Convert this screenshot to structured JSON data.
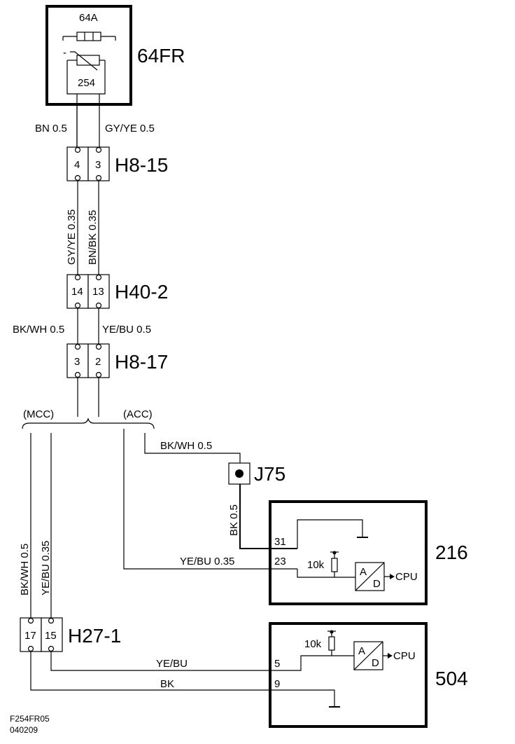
{
  "component_64FR": {
    "label": "64FR",
    "fuse": "64A",
    "sensor": "254",
    "minus": "-"
  },
  "wires": {
    "w1_left": "BN 0.5",
    "w1_right": "GY/YE 0.5",
    "w2_left": "GY/YE 0.35",
    "w2_right": "BN/BK 0.35",
    "w3_left": "BK/WH 0.5",
    "w3_right": "YE/BU 0.5",
    "acc_bkwh": "BK/WH 0.5",
    "j75_bk": "BK 0.5",
    "acc_yebu": "YE/BU 0.35",
    "mcc_bkwh": "BK/WH 0.5",
    "mcc_yebu": "YE/BU 0.35",
    "h27_yebu": "YE/BU",
    "h27_bk": "BK"
  },
  "connectors": {
    "h8_15": {
      "label": "H8-15",
      "pins": [
        "4",
        "3"
      ]
    },
    "h40_2": {
      "label": "H40-2",
      "pins": [
        "14",
        "13"
      ]
    },
    "h8_17": {
      "label": "H8-17",
      "pins": [
        "3",
        "2"
      ]
    },
    "h27_1": {
      "label": "H27-1",
      "pins": [
        "17",
        "15"
      ]
    }
  },
  "branches": {
    "mcc": "(MCC)",
    "acc": "(ACC)"
  },
  "j75": {
    "label": "J75"
  },
  "module_216": {
    "label": "216",
    "pin_ground": "31",
    "pin_signal": "23",
    "resistor": "10k",
    "adc_a": "A",
    "adc_d": "D",
    "cpu": "CPU"
  },
  "module_504": {
    "label": "504",
    "pin_signal": "5",
    "pin_ground": "9",
    "resistor": "10k",
    "adc_a": "A",
    "adc_d": "D",
    "cpu": "CPU"
  },
  "footer": {
    "code": "F254FR05",
    "date": "040209"
  }
}
